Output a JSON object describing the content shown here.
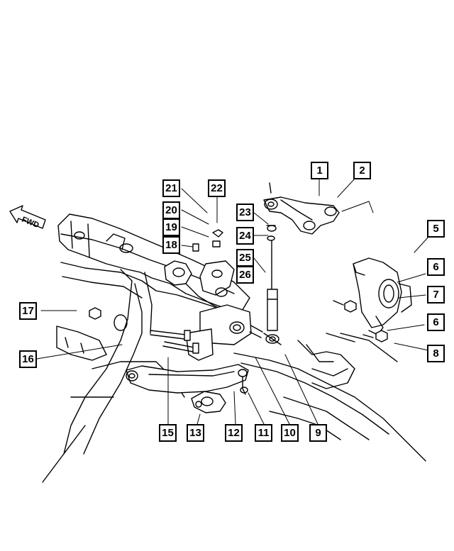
{
  "direction_label": "FWD",
  "callouts": [
    {
      "id": "c1",
      "label": "1"
    },
    {
      "id": "c2",
      "label": "2"
    },
    {
      "id": "c3",
      "label": "5"
    },
    {
      "id": "c4",
      "label": "6"
    },
    {
      "id": "c5",
      "label": "7"
    },
    {
      "id": "c6",
      "label": "6"
    },
    {
      "id": "c7",
      "label": "8"
    },
    {
      "id": "c8",
      "label": "9"
    },
    {
      "id": "c9",
      "label": "10"
    },
    {
      "id": "c10",
      "label": "11"
    },
    {
      "id": "c11",
      "label": "12"
    },
    {
      "id": "c12",
      "label": "13"
    },
    {
      "id": "c13",
      "label": "15"
    },
    {
      "id": "c14",
      "label": "16"
    },
    {
      "id": "c15",
      "label": "17"
    },
    {
      "id": "c16",
      "label": "18"
    },
    {
      "id": "c17",
      "label": "19"
    },
    {
      "id": "c18",
      "label": "20"
    },
    {
      "id": "c19",
      "label": "21"
    },
    {
      "id": "c20",
      "label": "22"
    },
    {
      "id": "c21",
      "label": "23"
    },
    {
      "id": "c22",
      "label": "24"
    },
    {
      "id": "c23",
      "label": "25"
    },
    {
      "id": "c24",
      "label": "26"
    }
  ],
  "colors": {
    "line": "#000000",
    "background": "#ffffff"
  }
}
